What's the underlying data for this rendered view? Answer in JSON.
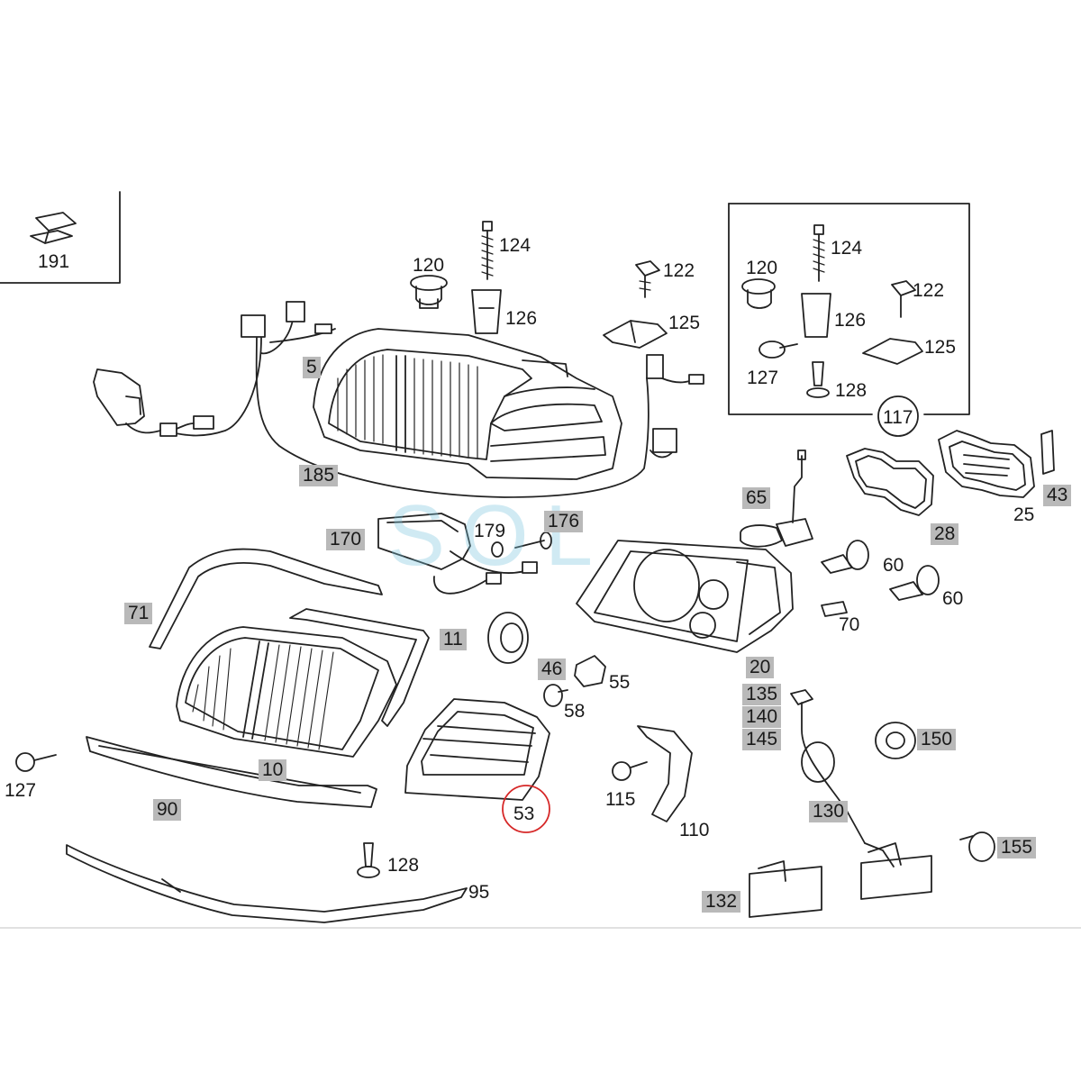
{
  "watermark": "SOL",
  "callouts": {
    "p191": "191",
    "p5": "5",
    "p185": "185",
    "p120a": "120",
    "p124a": "124",
    "p126a": "126",
    "p122a": "122",
    "p125a": "125",
    "p120b": "120",
    "p124b": "124",
    "p126b": "126",
    "p122b": "122",
    "p125b": "125",
    "p127b": "127",
    "p128b": "128",
    "p117": "117",
    "p65": "65",
    "p28": "28",
    "p25": "25",
    "p43": "43",
    "p170": "170",
    "p179": "179",
    "p176": "176",
    "p60a": "60",
    "p60b": "60",
    "p70": "70",
    "p71": "71",
    "p11": "11",
    "p46": "46",
    "p55": "55",
    "p58": "58",
    "p20": "20",
    "p135": "135",
    "p140": "140",
    "p145": "145",
    "p150": "150",
    "p10": "10",
    "p127a": "127",
    "p90": "90",
    "p53": "53",
    "p115": "115",
    "p110": "110",
    "p130": "130",
    "p155": "155",
    "p128a": "128",
    "p95": "95",
    "p132": "132"
  }
}
